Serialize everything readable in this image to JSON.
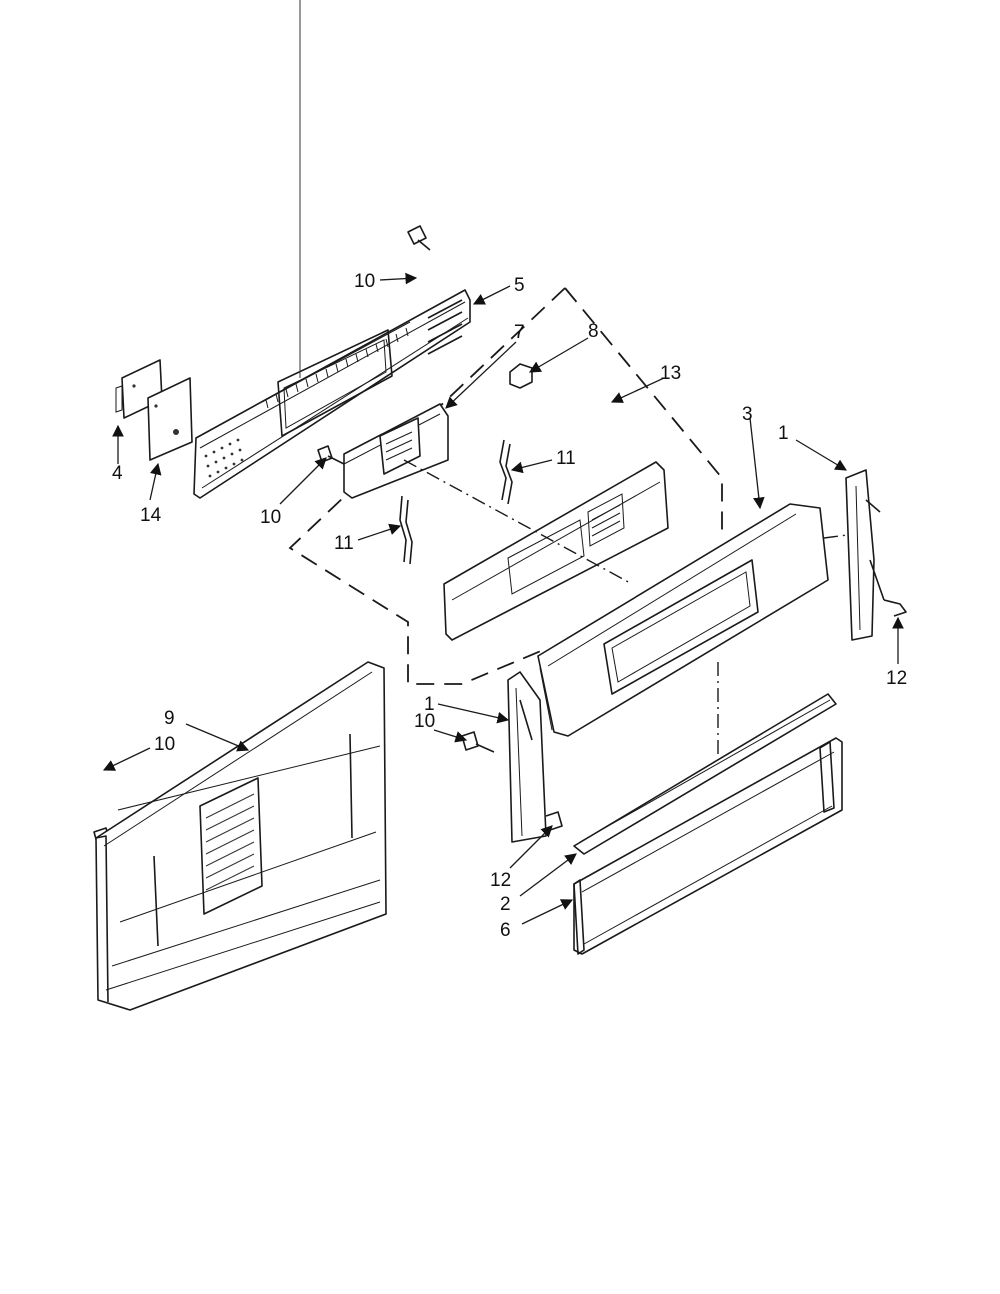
{
  "callouts": {
    "c1": "10",
    "c2": "5",
    "c3": "7",
    "c4": "8",
    "c5": "13",
    "c6": "3",
    "c7": "1",
    "c8": "4",
    "c9": "14",
    "c10": "10",
    "c11": "11",
    "c12": "11",
    "c13": "12",
    "c14": "9",
    "c15": "10",
    "c16": "1",
    "c17": "10",
    "c18": "12",
    "c19": "2",
    "c20": "6"
  }
}
